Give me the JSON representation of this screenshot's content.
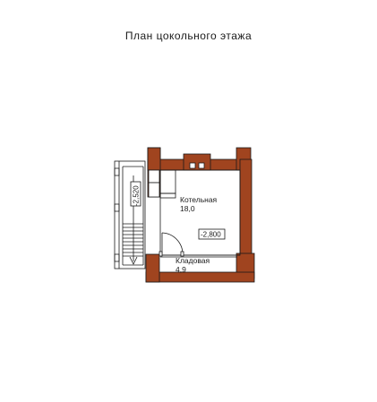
{
  "title": "План цокольного этажа",
  "rooms": [
    {
      "name": "Котельная",
      "area": "18,0"
    },
    {
      "name": "Кладовая",
      "area": "4,9"
    }
  ],
  "levels": {
    "floor": "-2,800",
    "stair": "-2,520"
  },
  "colors": {
    "wall": "#a0441f",
    "line": "#1a1a1a",
    "background": "#ffffff"
  }
}
